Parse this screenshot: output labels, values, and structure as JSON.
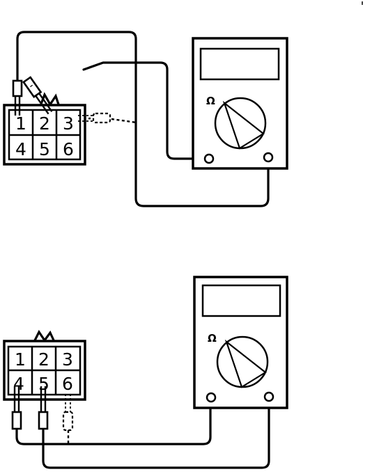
{
  "diagrams": [
    {
      "name": "top-test",
      "connector_pins": [
        "1",
        "2",
        "3",
        "4",
        "5",
        "6"
      ],
      "meter_symbol": "Ω",
      "probed_pins": [
        "1",
        "2"
      ],
      "optional_pin": "3"
    },
    {
      "name": "bottom-test",
      "connector_pins": [
        "1",
        "2",
        "3",
        "4",
        "5",
        "6"
      ],
      "meter_symbol": "Ω",
      "probed_pins": [
        "4",
        "5"
      ],
      "optional_pin": "6"
    }
  ],
  "icons": [
    "connector",
    "multimeter",
    "probe",
    "optional-probe"
  ]
}
